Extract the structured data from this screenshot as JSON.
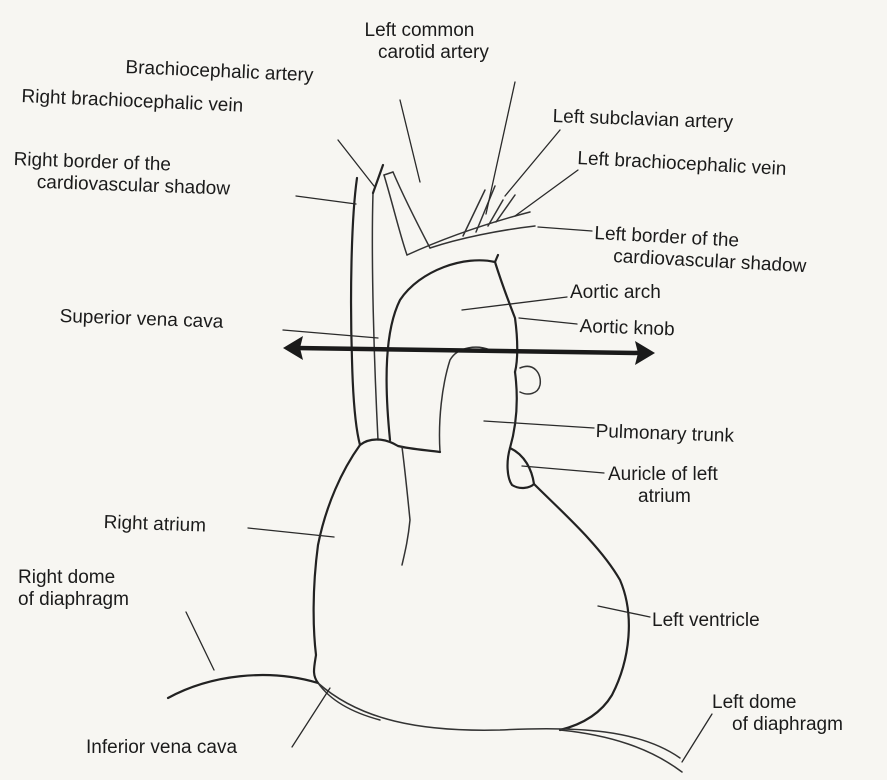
{
  "labels": {
    "left_common_carotid": [
      "Left common",
      "carotid artery"
    ],
    "brachiocephalic_artery": [
      "Brachiocephalic artery"
    ],
    "right_brachiocephalic_vein": [
      "Right brachiocephalic vein"
    ],
    "left_subclavian_artery": [
      "Left subclavian artery"
    ],
    "right_border": [
      "Right border of the",
      "cardiovascular shadow"
    ],
    "left_brachiocephalic_vein": [
      "Left brachiocephalic vein"
    ],
    "left_border": [
      "Left border of the",
      "cardiovascular shadow"
    ],
    "aortic_arch": [
      "Aortic arch"
    ],
    "superior_vena_cava": [
      "Superior vena cava"
    ],
    "aortic_knob": [
      "Aortic knob"
    ],
    "pulmonary_trunk": [
      "Pulmonary trunk"
    ],
    "auricle_left_atrium": [
      "Auricle of left",
      "atrium"
    ],
    "right_atrium": [
      "Right atrium"
    ],
    "right_dome": [
      "Right dome",
      "of diaphragm"
    ],
    "left_ventricle": [
      "Left ventricle"
    ],
    "left_dome": [
      "Left dome",
      "of diaphragm"
    ],
    "inferior_vena_cava": [
      "Inferior vena cava"
    ]
  }
}
